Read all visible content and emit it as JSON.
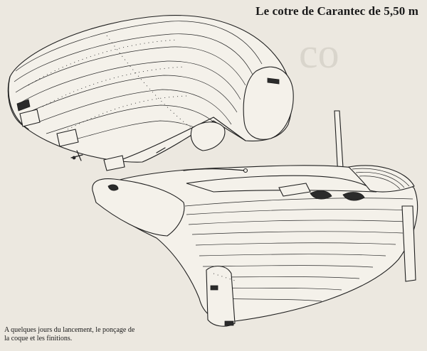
{
  "header": {
    "title": "Le cotre de Carantec de 5,50 m"
  },
  "caption": {
    "lines": [
      "A quelques jours du lancement, le ponçage de",
      "la coque et les finitions."
    ]
  },
  "illustration": {
    "top_view": "coque retournée sur tins (upturned hull on blocks)",
    "bottom_view": "coque à l'endroit avec mât (hull upright with mast)"
  },
  "colors": {
    "paper": "#ece8e0",
    "ink": "#1f1f1f"
  }
}
